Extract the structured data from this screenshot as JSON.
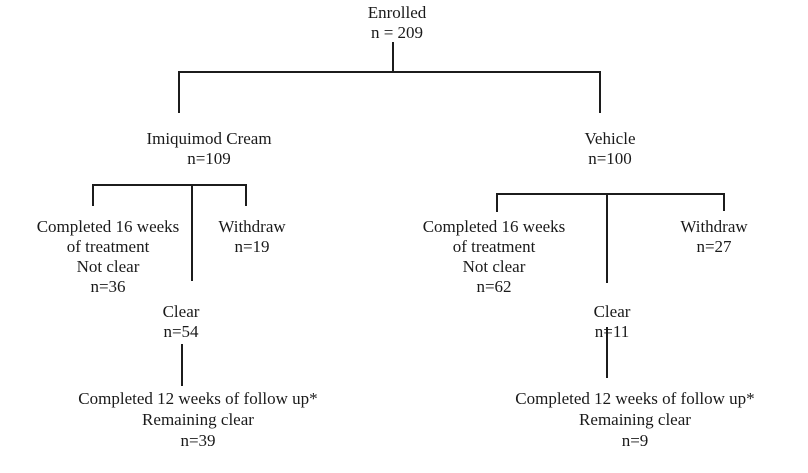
{
  "diagram": {
    "type": "flowchart",
    "description": "Clinical trial enrollment and disposition flow diagram",
    "nodes": {
      "enrolled": {
        "label": "Enrolled",
        "count": "n = 209"
      },
      "imiquimod_arm": {
        "label": "Imiquimod Cream",
        "count": "n=109"
      },
      "vehicle_arm": {
        "label": "Vehicle",
        "count": "n=100"
      },
      "imiquimod_not_clear": {
        "line1": "Completed 16 weeks",
        "line2": "of treatment",
        "line3": "Not clear",
        "count": "n=36"
      },
      "imiquimod_withdraw": {
        "label": "Withdraw",
        "count": "n=19"
      },
      "imiquimod_clear": {
        "label": "Clear",
        "count": "n=54"
      },
      "imiquimod_followup": {
        "line1": "Completed 12 weeks of follow up*",
        "line2": "Remaining clear",
        "count": "n=39"
      },
      "vehicle_not_clear": {
        "line1": "Completed 16 weeks",
        "line2": "of treatment",
        "line3": "Not clear",
        "count": "n=62"
      },
      "vehicle_withdraw": {
        "label": "Withdraw",
        "count": "n=27"
      },
      "vehicle_clear": {
        "label": "Clear",
        "count": "n=11"
      },
      "vehicle_followup": {
        "line1": "Completed 12 weeks of follow up*",
        "line2": "Remaining clear",
        "count": "n=9"
      }
    },
    "colors": {
      "line": "#1c1c1c",
      "text": "#1a1a1a",
      "background": "#ffffff"
    }
  }
}
